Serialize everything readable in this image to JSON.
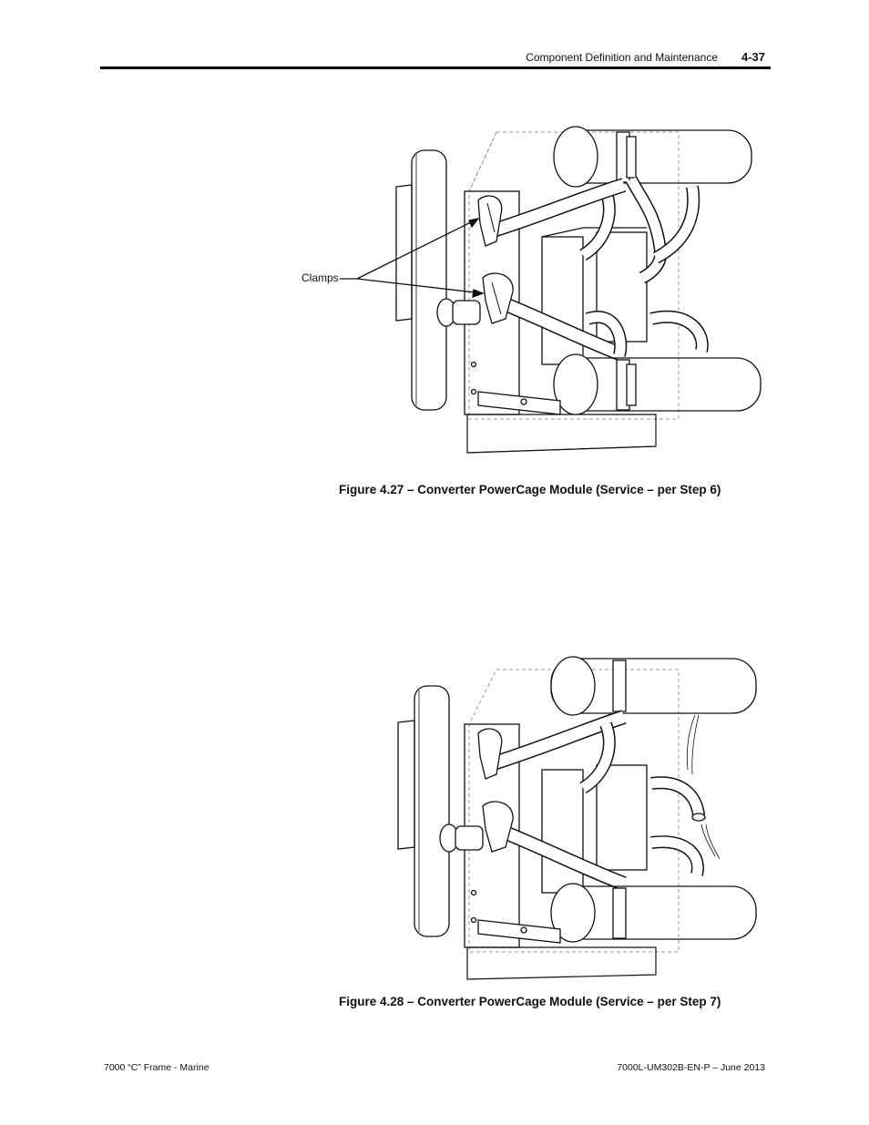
{
  "header": {
    "section_title": "Component Definition and Maintenance",
    "page_number": "4-37"
  },
  "figures": [
    {
      "caption": "Figure 4.27 – Converter PowerCage Module (Service – per Step 6)",
      "callout": "Clamps"
    },
    {
      "caption": "Figure 4.28 – Converter PowerCage Module (Service – per Step 7)"
    }
  ],
  "footer": {
    "left": "7000 “C” Frame - Marine",
    "right": "7000L-UM302B-EN-P – June 2013"
  }
}
